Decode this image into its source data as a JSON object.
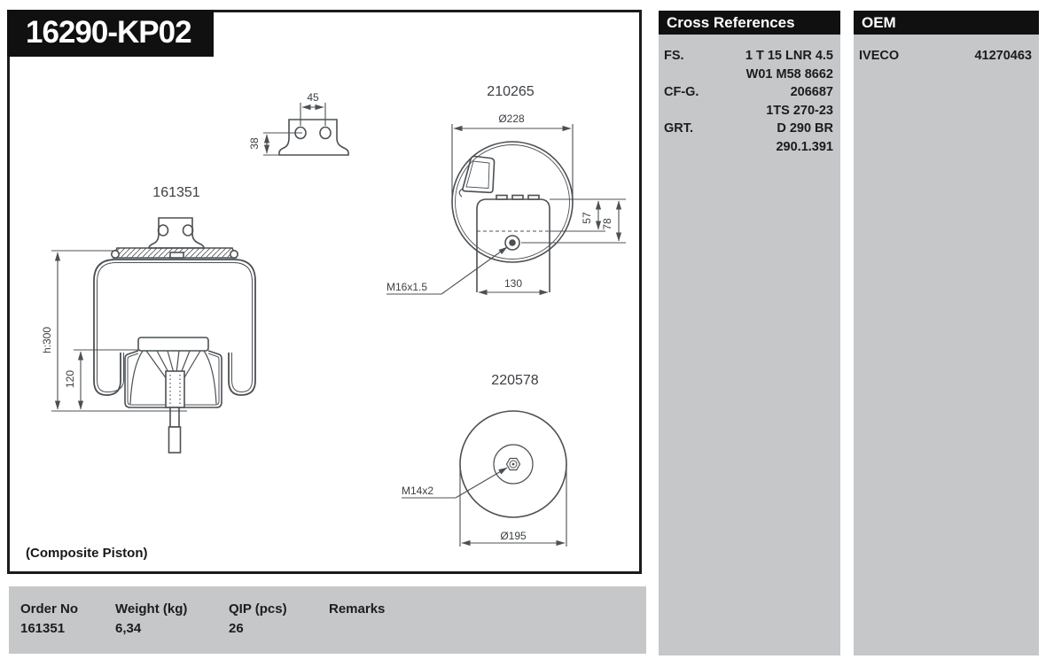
{
  "part_header": {
    "part_number": "16290-KP02"
  },
  "drawing": {
    "note": "(Composite Piston)",
    "bracket_view": {
      "dim_hole_spacing": "45",
      "dim_height": "38"
    },
    "side_view": {
      "label": "161351",
      "dim_total_height": "h:300",
      "dim_piston_height": "120"
    },
    "top_view": {
      "label": "210265",
      "dim_diameter": "Ø228",
      "dim_offset_57": "57",
      "dim_offset_78": "78",
      "dim_plate_width": "130",
      "thread": "M16x1.5"
    },
    "bottom_view": {
      "label": "220578",
      "thread": "M14x2",
      "dim_diameter": "Ø195"
    }
  },
  "order_table": {
    "headers": [
      "Order No",
      "Weight (kg)",
      "QIP (pcs)",
      "Remarks"
    ],
    "rows": [
      [
        "161351",
        "6,34",
        "26",
        ""
      ]
    ]
  },
  "cross_references": {
    "title": "Cross References",
    "rows": [
      {
        "label": "FS.",
        "value": "1 T 15 LNR 4.5"
      },
      {
        "label": "",
        "value": "W01 M58 8662"
      },
      {
        "label": "CF-G.",
        "value": "206687"
      },
      {
        "label": "",
        "value": "1TS 270-23"
      },
      {
        "label": "GRT.",
        "value": "D 290 BR"
      },
      {
        "label": "",
        "value": "290.1.391"
      }
    ]
  },
  "oem": {
    "title": "OEM",
    "rows": [
      {
        "label": "IVECO",
        "value": "41270463"
      }
    ]
  },
  "colors": {
    "panel_gray": "#c5c7c9",
    "header_black": "#101010",
    "drawing_line": "#4c5054"
  }
}
